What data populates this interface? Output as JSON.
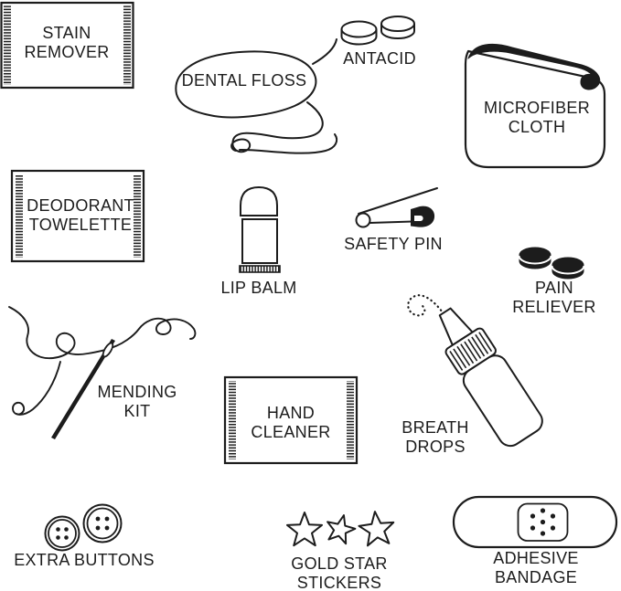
{
  "page": {
    "title": "Kit contents illustration",
    "background_color": "#ffffff",
    "ink_color": "#1c1c1c"
  },
  "items": [
    {
      "id": "stain-remover",
      "label": "STAIN\nREMOVER",
      "icon": "sachet-packet-icon"
    },
    {
      "id": "dental-floss",
      "label": "DENTAL FLOSS",
      "icon": "floss-loop-icon"
    },
    {
      "id": "antacid",
      "label": "ANTACID",
      "icon": "two-tablets-icon"
    },
    {
      "id": "microfiber-cloth",
      "label": "MICROFIBER\nCLOTH",
      "icon": "folded-cloth-icon"
    },
    {
      "id": "deodorant-towelette",
      "label": "DEODORANT\nTOWELETTE",
      "icon": "sachet-packet-icon"
    },
    {
      "id": "lip-balm",
      "label": "LIP BALM",
      "icon": "lip-balm-tube-icon"
    },
    {
      "id": "safety-pin",
      "label": "SAFETY PIN",
      "icon": "safety-pin-icon"
    },
    {
      "id": "pain-reliever",
      "label": "PAIN RELIEVER",
      "icon": "two-pills-icon"
    },
    {
      "id": "mending-kit",
      "label": "MENDING\nKIT",
      "icon": "needle-and-thread-icon"
    },
    {
      "id": "hand-cleaner",
      "label": "HAND\nCLEANER",
      "icon": "sachet-packet-icon"
    },
    {
      "id": "breath-drops",
      "label": "BREATH\nDROPS",
      "icon": "dropper-bottle-icon"
    },
    {
      "id": "extra-buttons",
      "label": "EXTRA BUTTONS",
      "icon": "two-buttons-icon"
    },
    {
      "id": "gold-star-stickers",
      "label": "GOLD STAR\nSTICKERS",
      "icon": "three-stars-icon"
    },
    {
      "id": "adhesive-bandage",
      "label": "ADHESIVE BANDAGE",
      "icon": "bandage-icon"
    }
  ]
}
